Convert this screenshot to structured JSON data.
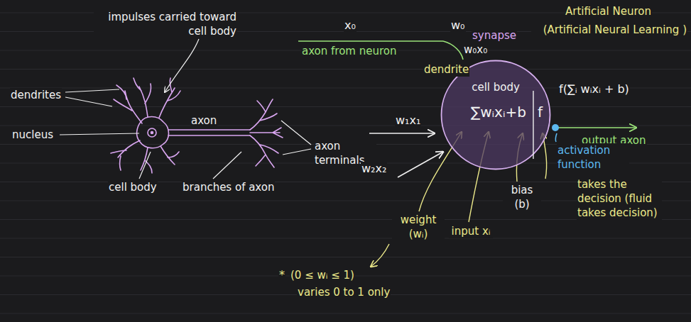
{
  "diagram": {
    "nodes": [
      {
        "text": [
          "cell body",
          "∑wᵢxᵢ+b",
          "f"
        ]
      }
    ],
    "labels": [
      "Artificial Neuron",
      "(Artificial Neural Learning )",
      "x₀",
      "w₀",
      "synapse",
      "axon from neuron",
      "w₀x₀",
      "dendrite",
      "impulses carried toward cell body",
      "dendrites",
      "nucleus",
      "axon",
      "axon terminals",
      "cell body",
      "branches of axon",
      "w₁x₁",
      "w₂x₂",
      "f(∑ᵢ wᵢxᵢ + b)",
      "output axon",
      "activation function",
      "takes the decision (fluid takes decision)",
      "bias (b)",
      "weight (wᵢ)",
      "input xᵢ",
      "*",
      "(0 ≤ wᵢ ≤ 1)",
      "varies 0 to 1 only"
    ]
  }
}
